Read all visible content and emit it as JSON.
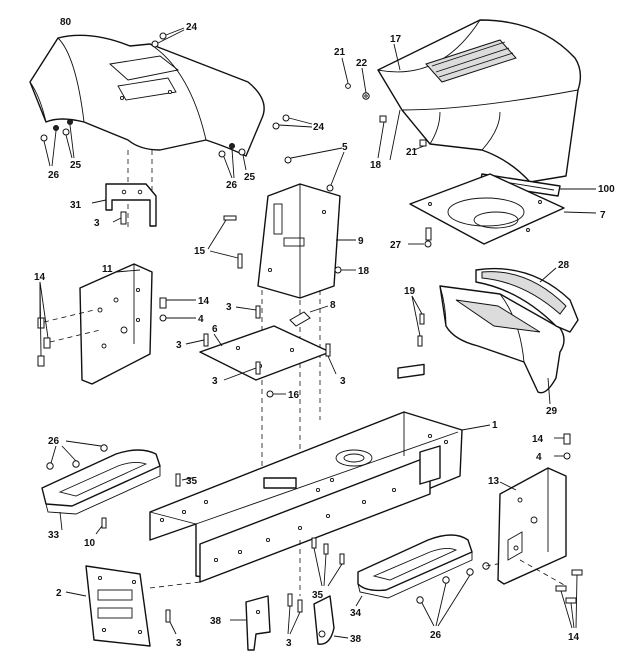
{
  "diagram": {
    "labels": {
      "p80": "80",
      "p24a": "24",
      "p24b": "24",
      "p25a": "25",
      "p26a": "26",
      "p26b": "26",
      "p25b": "25",
      "p31": "31",
      "p3a": "3",
      "p21a": "21",
      "p22": "22",
      "p17": "17",
      "p21b": "21",
      "p18a": "18",
      "p100": "100",
      "p7": "7",
      "p27": "27",
      "p5": "5",
      "p15": "15",
      "p9": "9",
      "p18b": "18",
      "p14a": "14",
      "p11": "11",
      "p14b": "14",
      "p4a": "4",
      "p3b": "3",
      "p6": "6",
      "p8": "8",
      "p3c": "3",
      "p3d": "3",
      "p3e": "3",
      "p16": "16",
      "p19": "19",
      "p28": "28",
      "p29": "29",
      "p1": "1",
      "p26c": "26",
      "p35a": "35",
      "p33": "33",
      "p10": "10",
      "p14c": "14",
      "p4b": "4",
      "p13": "13",
      "p2": "2",
      "p3f": "3",
      "p35b": "35",
      "p38a": "38",
      "p3g": "3",
      "p38b": "38",
      "p34": "34",
      "p26d": "26",
      "p14d": "14"
    }
  }
}
